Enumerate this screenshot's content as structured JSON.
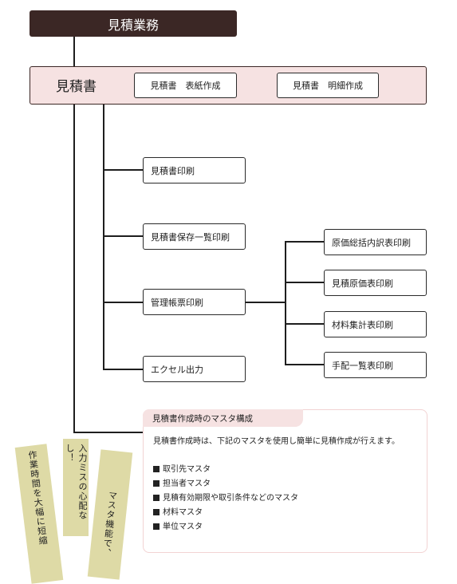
{
  "title": "見積業務",
  "main": {
    "label": "見積書",
    "step1": "見積書　表紙作成",
    "step2": "見積書　明細作成"
  },
  "outputs": {
    "print": "見積書印刷",
    "list_print": "見積書保存一覧印刷",
    "ledger_print": "管理帳票印刷",
    "excel": "エクセル出力"
  },
  "ledgers": {
    "cost_breakdown": "原価総括内訳表印刷",
    "cost_table": "見積原価表印刷",
    "material_table": "材料集計表印刷",
    "procurement": "手配一覧表印刷"
  },
  "info": {
    "heading": "見積書作成時のマスタ構成",
    "description": "見積書作成時は、下記のマスタを使用し簡単に見積作成が行えます。",
    "items": [
      "取引先マスタ",
      "担当者マスタ",
      "見積有効期限や取引条件などのマスタ",
      "材料マスタ",
      "単位マスタ"
    ]
  },
  "banners": {
    "b1": "作業時間を大幅に短縮",
    "b2": "入力ミスの心配なし！",
    "b3": "マスタ機能で、"
  },
  "colors": {
    "title_bg": "#3b2725",
    "band_bg": "#f6e2e2",
    "banner_bg": "#dedaa6"
  }
}
